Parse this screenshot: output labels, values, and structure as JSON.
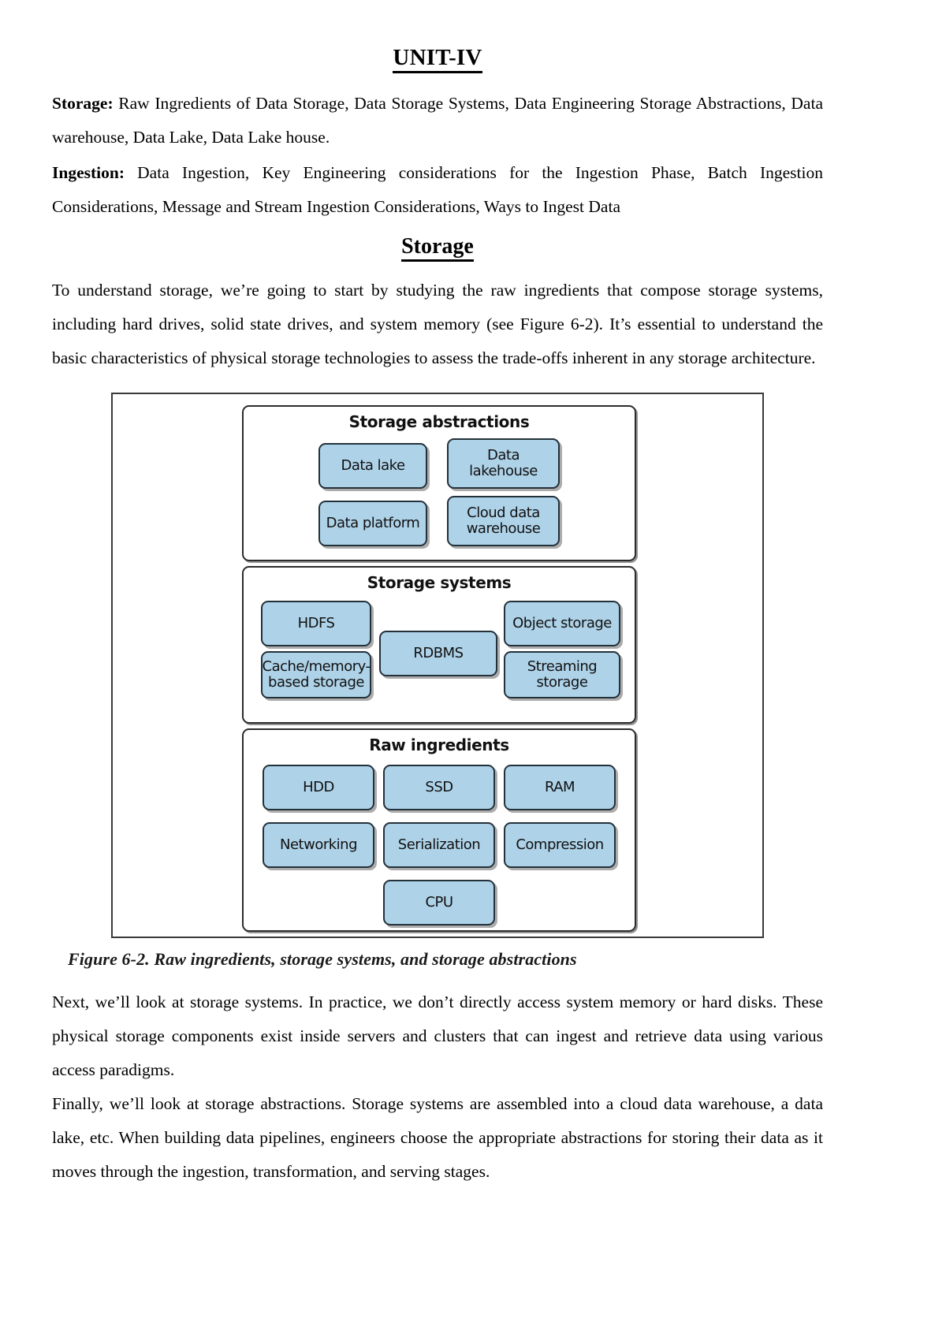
{
  "document": {
    "title": "UNIT-IV",
    "syllabus": [
      {
        "label": "Storage:",
        "text": " Raw Ingredients of Data Storage, Data Storage Systems, Data Engineering Storage Abstractions, Data warehouse, Data Lake, Data Lake house."
      },
      {
        "label": "Ingestion:",
        "text": " Data Ingestion, Key Engineering considerations for the Ingestion Phase, Batch Ingestion Considerations, Message and Stream Ingestion Considerations, Ways to Ingest Data"
      }
    ],
    "section_heading": "Storage",
    "intro_paragraph": "To understand storage, we’re going to start by studying the raw ingredients that compose storage systems, including hard drives, solid state drives, and system memory (see Figure 6-2). It’s essential to understand the basic characteristics of physical storage technologies to assess the trade-offs inherent in any storage architecture.",
    "closing_paragraphs": [
      "Next, we’ll look at storage systems. In practice, we don’t directly access system memory or hard disks. These physical storage components exist inside servers and clusters that can ingest and retrieve data using various access paradigms.",
      "Finally, we’ll look at storage abstractions. Storage systems are assembled into a cloud data warehouse, a data lake, etc. When building data pipelines, engineers choose the appropriate abstractions for storing their data as it moves through the ingestion, transformation, and serving stages."
    ]
  },
  "figure": {
    "caption": "Figure 6-2. Raw ingredients, storage systems, and storage abstractions",
    "node_color": "#aed2e8",
    "border_color": "#23313a",
    "layers": [
      {
        "title": "Storage abstractions",
        "nodes": [
          {
            "label": "Data lake"
          },
          {
            "label": "Data\nlakehouse"
          },
          {
            "label": "Data platform"
          },
          {
            "label": "Cloud data\nwarehouse"
          }
        ]
      },
      {
        "title": "Storage systems",
        "nodes": [
          {
            "label": "HDFS"
          },
          {
            "label": "RDBMS"
          },
          {
            "label": "Object storage"
          },
          {
            "label": "Cache/memory-\nbased storage"
          },
          {
            "label": "Streaming\nstorage"
          }
        ]
      },
      {
        "title": "Raw ingredients",
        "nodes": [
          {
            "label": "HDD"
          },
          {
            "label": "SSD"
          },
          {
            "label": "RAM"
          },
          {
            "label": "Networking"
          },
          {
            "label": "Serialization"
          },
          {
            "label": "Compression"
          },
          {
            "label": "CPU"
          }
        ]
      }
    ]
  }
}
